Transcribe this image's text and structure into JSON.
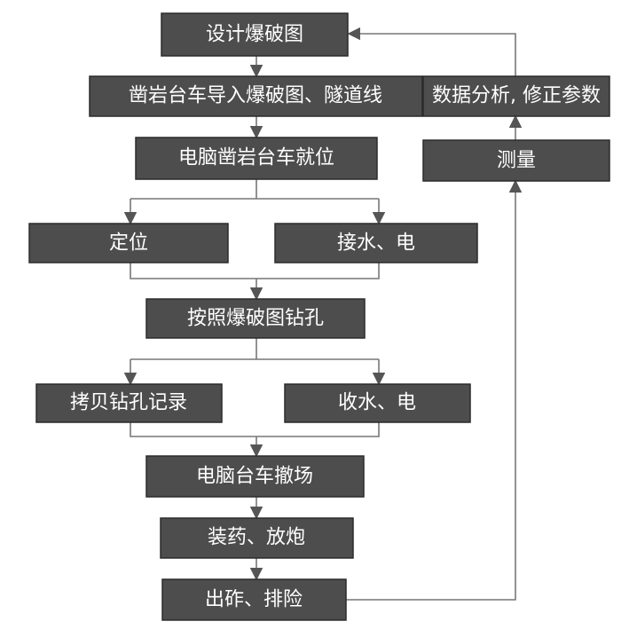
{
  "nodes": {
    "design": "设计爆破图",
    "import": "凿岩台车导入爆破图、隧道线",
    "position_jumbo": "电脑凿岩台车就位",
    "locate": "定位",
    "connect_utilities": "接水、电",
    "drill": "按照爆破图钻孔",
    "copy_records": "拷贝钻孔记录",
    "retract_utilities": "收水、电",
    "withdraw": "电脑台车撤场",
    "charge_blast": "装药、放炮",
    "muck_scale": "出砟、排险",
    "measure": "测量",
    "analyze": "数据分析, 修正参数"
  }
}
